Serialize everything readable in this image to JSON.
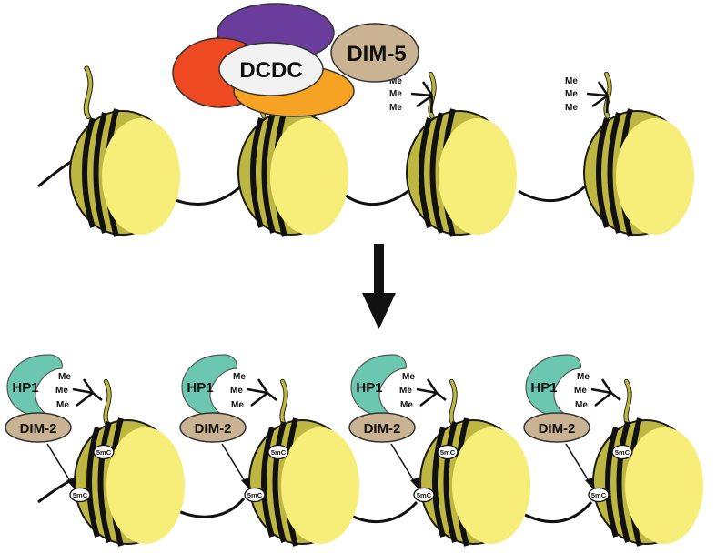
{
  "complex": {
    "center_label": "DCDC",
    "side_label": "DIM-5",
    "colors": {
      "red": "#ee4a22",
      "purple": "#6a3d9c",
      "orange": "#f6a323",
      "center": "#f2f2f2",
      "dim5": "#c9b392"
    }
  },
  "methyl": {
    "labels": [
      "Me",
      "Me",
      "Me"
    ]
  },
  "bottom_units": [
    {
      "hp1_label": "HP1",
      "dim2_label": "DIM-2",
      "mc_label": "5mC"
    },
    {
      "hp1_label": "HP1",
      "dim2_label": "DIM-2",
      "mc_label": "5mC"
    },
    {
      "hp1_label": "HP1",
      "dim2_label": "DIM-2",
      "mc_label": "5mC"
    },
    {
      "hp1_label": "HP1",
      "dim2_label": "DIM-2",
      "mc_label": "5mC"
    }
  ],
  "colors": {
    "nucleosome_face": "#f6ee78",
    "nucleosome_side": "#bdb640",
    "tail": "#bdb640",
    "hp1": "#6cc7b0",
    "dim2": "#c9b392",
    "arrow": "#111111"
  }
}
